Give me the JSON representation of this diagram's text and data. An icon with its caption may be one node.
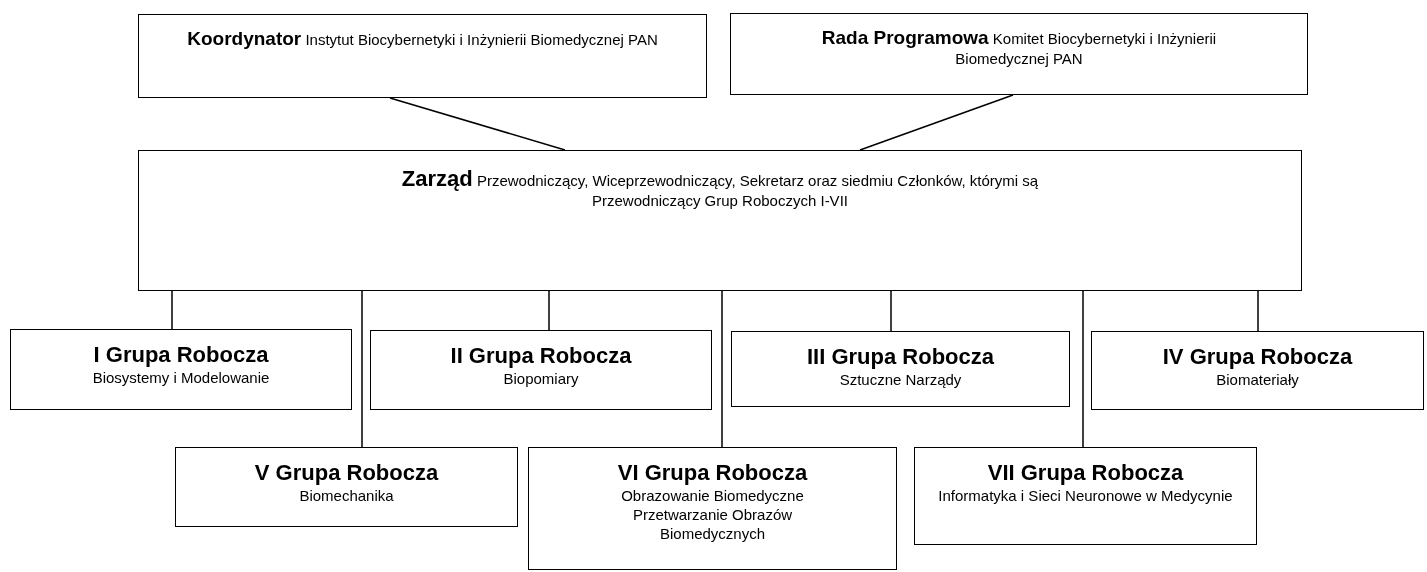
{
  "diagram": {
    "nodes": [
      {
        "text": [
          "Koordynator",
          "Instytut Biocybernetyki i Inżynierii Biomedycznej PAN"
        ]
      },
      {
        "text": [
          "Rada Programowa",
          "Komitet Biocybernetyki i Inżynierii Biomedycznej PAN"
        ]
      },
      {
        "text": [
          "Zarząd",
          "Przewodniczący, Wiceprzewodniczący, Sekretarz oraz siedmiu Członków, którymi są Przewodniczący Grup Roboczych I-VII"
        ]
      },
      {
        "text": [
          "I Grupa Robocza",
          "Biosystemy i Modelowanie"
        ]
      },
      {
        "text": [
          "II Grupa Robocza",
          "Biopomiary"
        ]
      },
      {
        "text": [
          "III Grupa Robocza",
          "Sztuczne Narządy"
        ]
      },
      {
        "text": [
          "IV Grupa Robocza",
          "Biomateriały"
        ]
      },
      {
        "text": [
          "V Grupa Robocza",
          "Biomechanika"
        ]
      },
      {
        "text": [
          "VI Grupa Robocza",
          "Obrazowanie Biomedyczne Przetwarzanie Obrazów Biomedycznych"
        ]
      },
      {
        "text": [
          "VII Grupa Robocza",
          "Informatyka i Sieci Neuronowe w Medycynie"
        ]
      }
    ],
    "edges": [
      {
        "from": 0,
        "to": 2,
        "arrow": "none"
      },
      {
        "from": 1,
        "to": 2,
        "arrow": "none"
      },
      {
        "from": 2,
        "to": 3,
        "arrow": "none"
      },
      {
        "from": 2,
        "to": 7,
        "arrow": "none"
      },
      {
        "from": 2,
        "to": 4,
        "arrow": "none"
      },
      {
        "from": 2,
        "to": 8,
        "arrow": "none"
      },
      {
        "from": 2,
        "to": 5,
        "arrow": "none"
      },
      {
        "from": 2,
        "to": 9,
        "arrow": "none"
      },
      {
        "from": 2,
        "to": 6,
        "arrow": "none"
      }
    ]
  }
}
